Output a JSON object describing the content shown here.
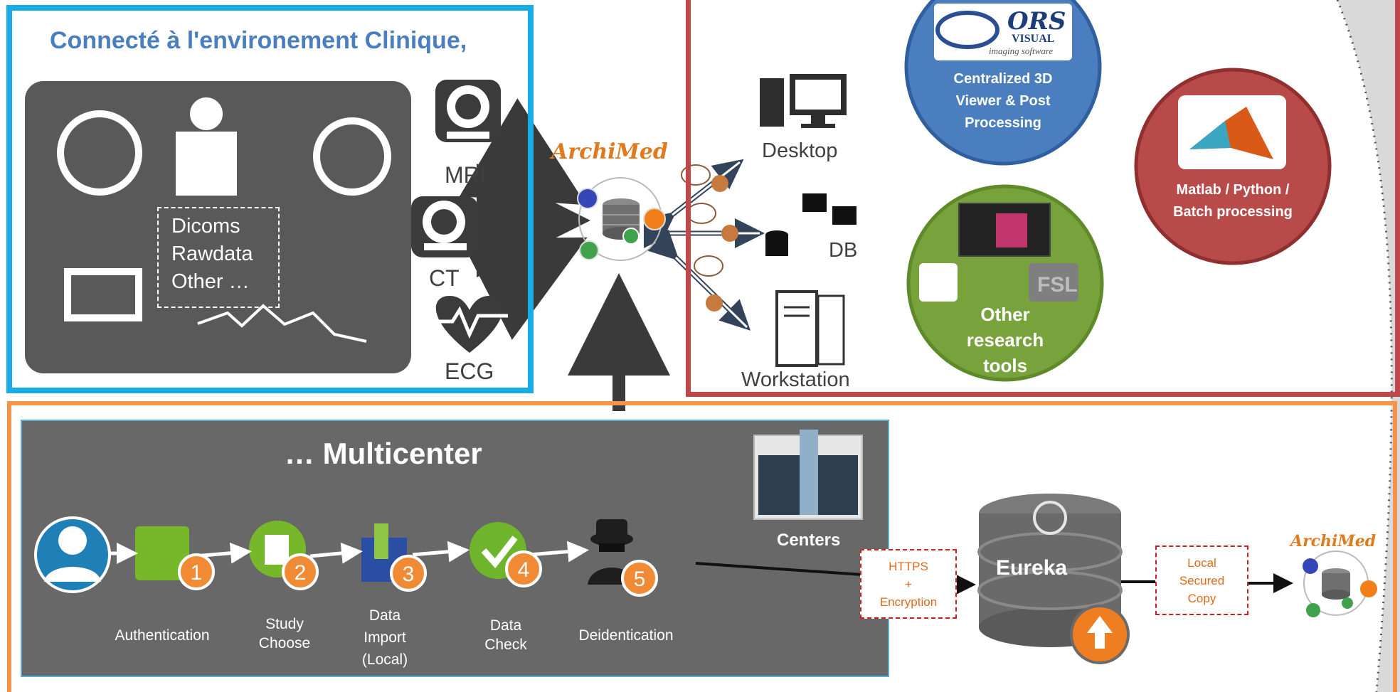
{
  "clinic": {
    "title": "Connecté à l'environement Clinique,",
    "dicom_lines": [
      "Dicoms",
      "Rawdata",
      "Other …"
    ],
    "modalities": {
      "mri": "MRI",
      "ct": "CT",
      "ecg": "ECG"
    }
  },
  "hub": {
    "logo": "ArchiMed"
  },
  "outputs": {
    "desktop": "Desktop",
    "db": "DB",
    "workstation": "Workstation"
  },
  "research": {
    "ors": {
      "logo_main": "ORS",
      "logo_sub": "VISUAL",
      "logo_tag": "imaging software",
      "label": "Centralized 3D Viewer & Post Processing"
    },
    "other_tools": {
      "label": "Other research tools",
      "fsl": "FSL"
    },
    "matlab": {
      "label": "Matlab / Python / Batch processing"
    }
  },
  "multicenter": {
    "title": "… Multicenter",
    "centers_label": "Centers",
    "steps": [
      {
        "num": "1",
        "label": "Authentication"
      },
      {
        "num": "2",
        "label": "Study\nChoose"
      },
      {
        "num": "3",
        "label": "Data\nImport\n(Local)"
      },
      {
        "num": "4",
        "label": "Data\nCheck"
      },
      {
        "num": "5",
        "label": "Deidentication"
      }
    ],
    "https_box": "HTTPS\n+\nEncryption",
    "eureka": "Eureka",
    "local_copy": "Local\nSecured\nCopy",
    "hub_logo": "ArchiMed"
  },
  "colors": {
    "clinic_border": "#1aace6",
    "research_border": "#c0474a",
    "multicenter_border": "#f4954d",
    "ors_circle": "#4a7ebf",
    "tools_circle": "#77a23c",
    "matlab_circle": "#b94a4a",
    "step_badge": "#f08a34"
  }
}
